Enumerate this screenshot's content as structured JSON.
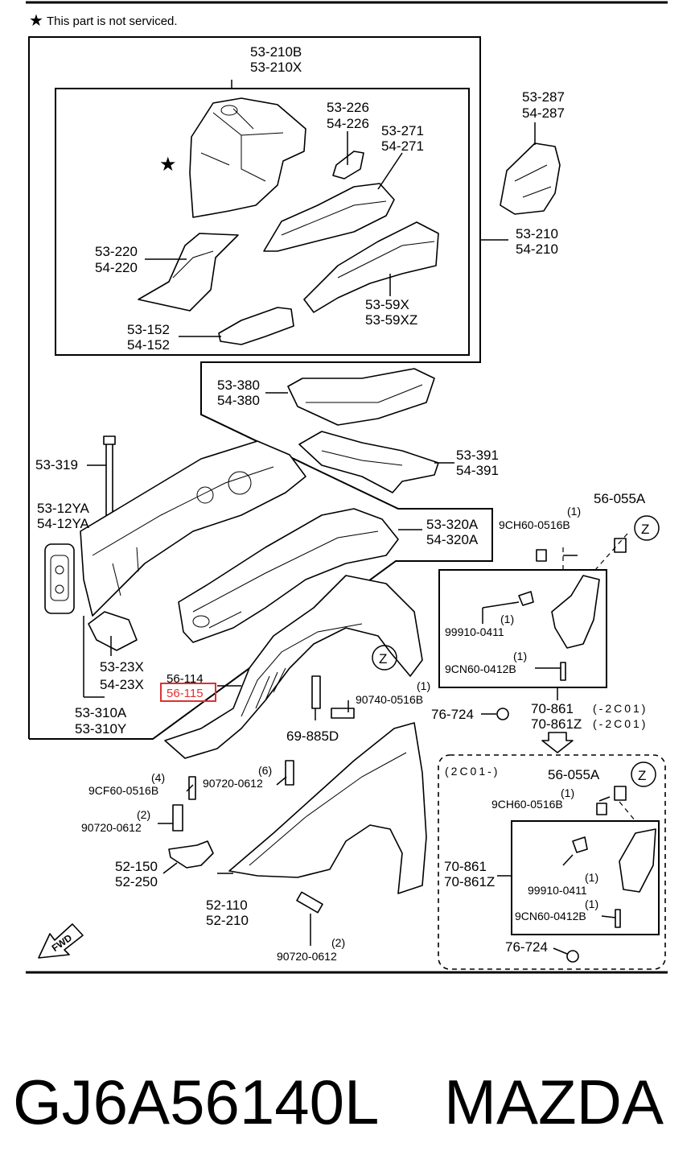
{
  "note": "This part is not serviced.",
  "labels": {
    "l_53_210B": "53-210B",
    "l_53_210X": "53-210X",
    "l_53_226": "53-226",
    "l_54_226": "54-226",
    "l_53_271": "53-271",
    "l_54_271": "54-271",
    "l_53_287": "53-287",
    "l_54_287": "54-287",
    "l_53_220": "53-220",
    "l_54_220": "54-220",
    "l_53_210": "53-210",
    "l_54_210": "54-210",
    "l_53_59X": "53-59X",
    "l_53_59XZ": "53-59XZ",
    "l_53_152": "53-152",
    "l_54_152": "54-152",
    "l_53_380": "53-380",
    "l_54_380": "54-380",
    "l_53_319": "53-319",
    "l_53_391": "53-391",
    "l_54_391": "54-391",
    "l_56_055A": "56-055A",
    "l_9CH60_0516B": "9CH60-0516B",
    "l_q1_a": "(1)",
    "l_53_12YA": "53-12YA",
    "l_54_12YA": "54-12YA",
    "l_53_320A": "53-320A",
    "l_54_320A": "54-320A",
    "l_99910_0411": "99910-0411",
    "l_q1_b": "(1)",
    "l_9CN60_0412B": "9CN60-0412B",
    "l_q1_c": "(1)",
    "l_53_23X": "53-23X",
    "l_54_23X": "54-23X",
    "l_56_114": "56-114",
    "l_56_115": "56-115",
    "l_90740_0516B": "90740-0516B",
    "l_q1_d": "(1)",
    "l_53_310A": "53-310A",
    "l_53_310Y": "53-310Y",
    "l_76_724": "76-724",
    "l_70_861": "70-861",
    "l_70_861Z": "70-861Z",
    "l_2C01_a": "(-2C01)",
    "l_2C01_b": "(-2C01)",
    "l_69_885D": "69-885D",
    "l_2C01_box": "(2C01-)",
    "l_56_055A_b": "56-055A",
    "l_q1_e": "(1)",
    "l_9CH60_0516B_b": "9CH60-0516B",
    "l_q4": "(4)",
    "l_9CF60_0516B": "9CF60-0516B",
    "l_q6": "(6)",
    "l_90720_0612_a": "90720-0612",
    "l_q2_a": "(2)",
    "l_90720_0612_b": "90720-0612",
    "l_52_150": "52-150",
    "l_52_250": "52-250",
    "l_52_110": "52-110",
    "l_52_210": "52-210",
    "l_70_861_b": "70-861",
    "l_70_861Z_b": "70-861Z",
    "l_99910_0411_b": "99910-0411",
    "l_q1_f": "(1)",
    "l_q1_g": "(1)",
    "l_9CN60_0412B_b": "9CN60-0412B",
    "l_76_724_b": "76-724",
    "l_q2_b": "(2)",
    "l_90720_0612_c": "90720-0612",
    "l_fwd": "FWD",
    "l_z1": "Z",
    "l_z2": "Z",
    "l_z3": "Z"
  },
  "part_number": "GJ6A56140L",
  "brand": "MAZDA",
  "colors": {
    "highlight": "#e03030",
    "line": "#000000"
  }
}
